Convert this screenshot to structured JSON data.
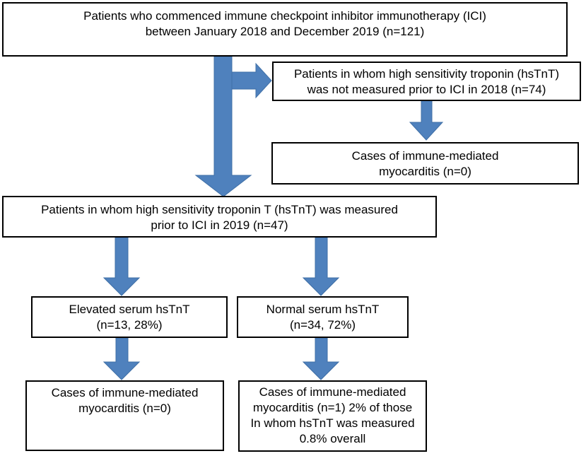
{
  "arrow_color": "#4f81bd",
  "arrow_outline": "#3f6fa6",
  "boxes": {
    "b1": {
      "lines": [
        "Patients who commenced immune checkpoint inhibitor immunotherapy (ICI)",
        "between January 2018 and December 2019 (n=121)"
      ]
    },
    "b2": {
      "lines": [
        "Patients in whom high sensitivity troponin (hsTnT)",
        "was not measured prior to ICI in 2018 (n=74)"
      ]
    },
    "b3": {
      "lines": [
        "Cases of immune-mediated",
        "myocarditis (n=0)"
      ]
    },
    "b4": {
      "lines": [
        "Patients in whom high sensitivity troponin T (hsTnT) was measured",
        "prior to ICI in 2019 (n=47)"
      ]
    },
    "b5": {
      "lines": [
        "Elevated serum hsTnT",
        "(n=13, 28%)"
      ]
    },
    "b6": {
      "lines": [
        "Normal serum hsTnT",
        "(n=34, 72%)"
      ]
    },
    "b7": {
      "lines": [
        "Cases of immune-mediated",
        "myocarditis (n=0)"
      ]
    },
    "b8": {
      "lines": [
        "Cases of immune-mediated",
        "myocarditis (n=1) 2% of those",
        "In whom hsTnT was measured",
        "0.8% overall"
      ]
    }
  }
}
